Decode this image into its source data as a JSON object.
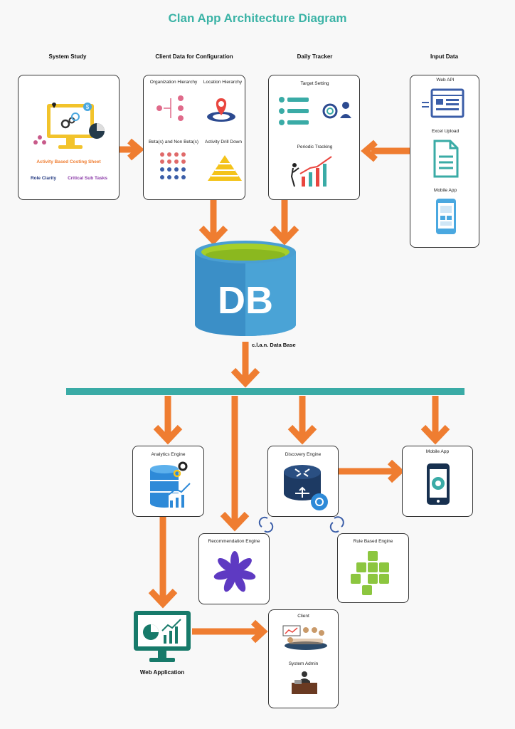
{
  "title": "Clan App Architecture Diagram",
  "headers": {
    "system_study": "System Study",
    "client_data": "Client Data for Configuration",
    "daily_tracker": "Daily Tracker",
    "input_data": "Input Data"
  },
  "system_study": {
    "activity_sheet": "Activity Based Costing Sheet",
    "role_clarity": "Role Clarity",
    "critical_sub_tasks": "Critical Sub Tasks"
  },
  "client_data": {
    "org_hierarchy": "Organization Hierarchy",
    "location_hierarchy": "Location Hierarchy",
    "betas": "Beta(s) and Non Beta(s)",
    "drill_down": "Activity Drill Down"
  },
  "daily_tracker": {
    "target_setting": "Target Setting",
    "periodic_tracking": "Periodic Tracking"
  },
  "input_data": {
    "web_api": "Web API",
    "excel_upload": "Excel Upload",
    "mobile_app": "Mobile App"
  },
  "db": {
    "text": "DB",
    "caption": "c.l.a.n. Data Base"
  },
  "engines": {
    "analytics": "Analytics Engine",
    "discovery": "Discovery Engine",
    "mobile_app": "Mobile App",
    "recommendation": "Recommendation Engine",
    "rule_based": "Rule Based Engine"
  },
  "web_application": "Web Application",
  "client_box": {
    "client": "Client",
    "system_admin": "System Admin"
  },
  "colors": {
    "arrow": "#ef7d31",
    "title": "#3bb3a6",
    "bus": "#3aaba6",
    "db_blue": "#3b8fc7",
    "db_top": "#9acd32"
  }
}
